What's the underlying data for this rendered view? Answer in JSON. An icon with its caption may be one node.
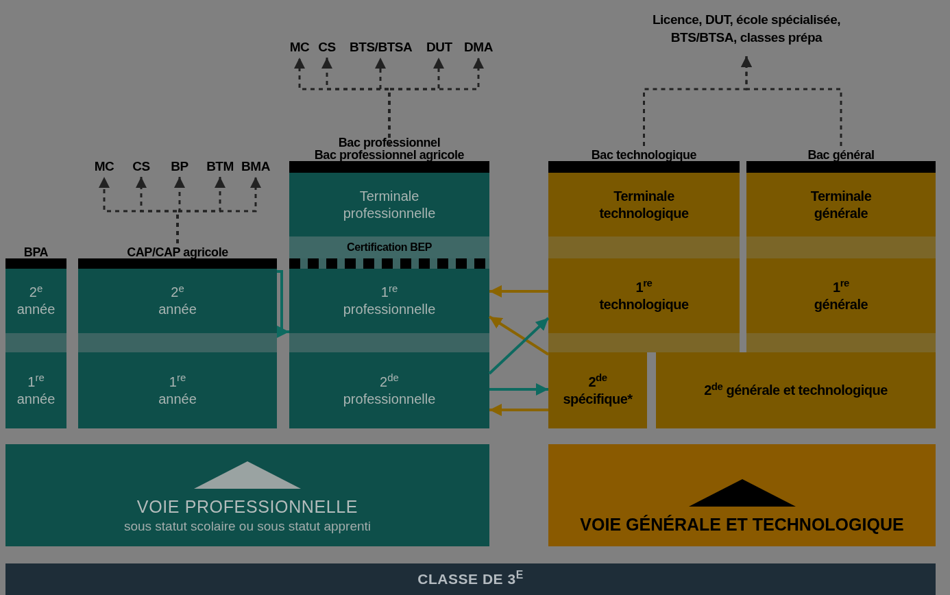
{
  "diagram": {
    "nodes": [
      {
        "text": [
          "MC"
        ]
      },
      {
        "text": [
          "CS"
        ]
      },
      {
        "text": [
          "BP"
        ]
      },
      {
        "text": [
          "BTM"
        ]
      },
      {
        "text": [
          "BMA"
        ]
      },
      {
        "text": [
          "MC"
        ]
      },
      {
        "text": [
          "CS"
        ]
      },
      {
        "text": [
          "BTS/BTSA"
        ]
      },
      {
        "text": [
          "DUT"
        ]
      },
      {
        "text": [
          "DMA"
        ]
      },
      {
        "text": [
          "Licence, DUT, école spécialisée, BTS/BTSA, classes prépa"
        ]
      },
      {
        "text": [
          "BPA"
        ]
      },
      {
        "text": [
          "2$^{e}$ année"
        ],
        "in": 11
      },
      {
        "text": [
          "1$^{re}$ année"
        ],
        "in": 11
      },
      {
        "text": [
          "CAP/CAP agricole"
        ]
      },
      {
        "text": [
          "2$^{e}$ année"
        ],
        "in": 14
      },
      {
        "text": [
          "1$^{re}$ année"
        ],
        "in": 14
      },
      {
        "text": [
          "Bac professionnel",
          "Bac professionnel agricole"
        ]
      },
      {
        "text": [
          "Terminale professionnelle"
        ],
        "in": 17
      },
      {
        "text": [
          "Certification BEP"
        ],
        "in": 17
      },
      {
        "text": [
          "1$^{re}$ professionnelle"
        ],
        "in": 17
      },
      {
        "text": [
          "2$^{de}$ professionnelle"
        ],
        "in": 17
      },
      {
        "text": [
          "Bac technologique"
        ]
      },
      {
        "text": [
          "Terminale technologique"
        ],
        "in": 22
      },
      {
        "text": [
          "1$^{re}$ technologique"
        ],
        "in": 22
      },
      {
        "text": [
          "Bac général"
        ]
      },
      {
        "text": [
          "Terminale générale"
        ],
        "in": 25
      },
      {
        "text": [
          "1$^{re}$ générale"
        ],
        "in": 25
      },
      {
        "text": [
          "2$^{de}$ spécifique*"
        ]
      },
      {
        "text": [
          "2$^{de}$ générale et technologique"
        ]
      },
      {
        "text": [
          "VOIE PROFESSIONNELLE",
          "sous statut scolaire ou sous statut apprenti"
        ]
      },
      {
        "text": [
          "VOIE GÉNÉRALE ET TECHNOLOGIQUE"
        ]
      },
      {
        "text": [
          "CLASSE DE 3$^{E}$"
        ]
      }
    ],
    "edges": [
      {
        "from": 14,
        "to": 0,
        "arrow": "to",
        "style": "dashed"
      },
      {
        "from": 14,
        "to": 1,
        "arrow": "to",
        "style": "dashed"
      },
      {
        "from": 14,
        "to": 2,
        "arrow": "to",
        "style": "dashed"
      },
      {
        "from": 14,
        "to": 3,
        "arrow": "to",
        "style": "dashed"
      },
      {
        "from": 14,
        "to": 4,
        "arrow": "to",
        "style": "dashed"
      },
      {
        "from": 17,
        "to": 5,
        "arrow": "to",
        "style": "dashed"
      },
      {
        "from": 17,
        "to": 6,
        "arrow": "to",
        "style": "dashed"
      },
      {
        "from": 17,
        "to": 7,
        "arrow": "to",
        "style": "dashed"
      },
      {
        "from": 17,
        "to": 8,
        "arrow": "to",
        "style": "dashed"
      },
      {
        "from": 17,
        "to": 9,
        "arrow": "to",
        "style": "dashed"
      },
      {
        "from": 22,
        "to": 10,
        "arrow": "to",
        "style": "dashed"
      },
      {
        "from": 25,
        "to": 10,
        "arrow": "to",
        "style": "dashed"
      },
      {
        "from": 15,
        "to": 20,
        "arrow": "to",
        "color": "#0e6a60"
      },
      {
        "from": 24,
        "to": 20,
        "arrow": "to",
        "color": "#8a6400"
      },
      {
        "from": 28,
        "to": 20,
        "arrow": "to",
        "color": "#8a6400"
      },
      {
        "from": 21,
        "to": 24,
        "arrow": "to",
        "color": "#0e6a60"
      },
      {
        "from": 21,
        "to": 28,
        "arrow": "to",
        "color": "#0e6a60"
      },
      {
        "from": 28,
        "to": 21,
        "arrow": "to",
        "color": "#8a6400"
      }
    ]
  }
}
